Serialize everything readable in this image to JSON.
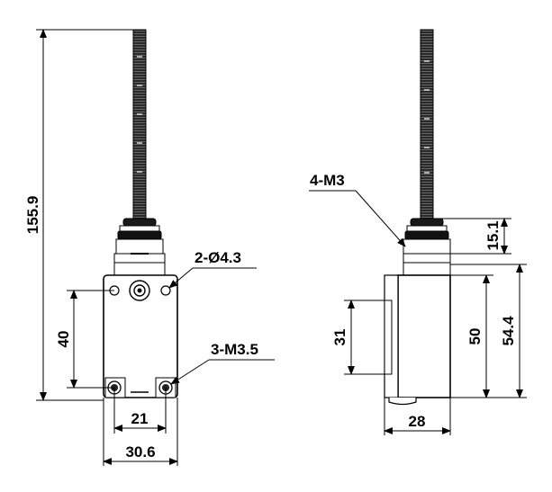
{
  "front_view": {
    "dim_total_height": "155.9",
    "dim_mount_spacing": "40",
    "dim_hole_spacing": "21",
    "dim_body_width": "30.6",
    "callout_holes": "2-Ø4.3",
    "callout_screws": "3-M3.5"
  },
  "side_view": {
    "callout_screws": "4-M3",
    "dim_head_height": "15.1",
    "dim_body_height": "50",
    "dim_overall_body_height": "54.4",
    "dim_side_window": "31",
    "dim_body_depth": "28"
  }
}
